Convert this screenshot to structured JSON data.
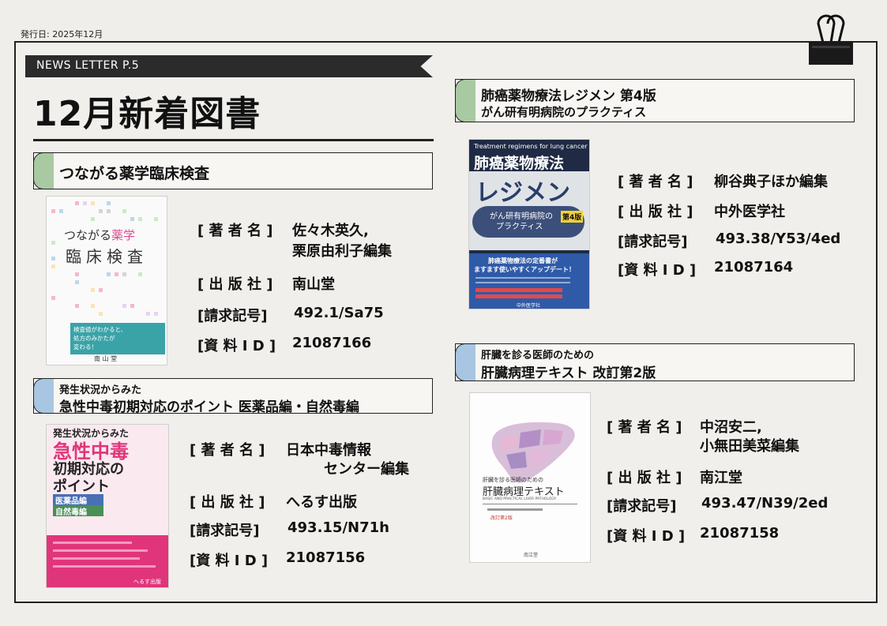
{
  "issue_date": "発行日: 2025年12月",
  "newsletter_label": "NEWS LETTER  P.5",
  "page_title": "12月新着図書",
  "labels": {
    "author": "[ 著 者 名 ]",
    "publisher": "[ 出 版 社 ]",
    "call_number": "[請求記号]",
    "material_id": "[資 料 I D ]"
  },
  "colors": {
    "green_tab": "#a9c9a2",
    "blue_tab": "#a8c6e2",
    "frame": "#222222",
    "background": "#f0eeea"
  },
  "books": [
    {
      "title": "つながる薬学臨床検査",
      "author_lines": [
        "佐々木英久,",
        "栗原由利子編集"
      ],
      "publisher": "南山堂",
      "call_number": "492.1/Sa75",
      "material_id": "21087166",
      "cover": {
        "title_a": "つながる",
        "title_b": "薬学",
        "title_c": "臨床検査",
        "tagline_1": "検査値がわかると、",
        "tagline_2": "処方のみかたが",
        "tagline_3": "変わる！",
        "publisher": "南 山 堂"
      }
    },
    {
      "title_line1": "発生状況からみた",
      "title_line2": "急性中毒初期対応のポイント 医薬品編・自然毒編",
      "author_lines": [
        "日本中毒情報",
        "センター編集"
      ],
      "publisher": "へるす出版",
      "call_number": "493.15/N71h",
      "material_id": "21087156",
      "cover": {
        "line1": "発生状況からみた",
        "line2": "急性中毒",
        "line3": "初期対応の",
        "line4": "ポイント",
        "tag1": "医薬品",
        "tag2": "自然毒",
        "tag_suffix": "編",
        "publisher": "へるす出版"
      }
    },
    {
      "title_line1": "肺癌薬物療法レジメン 第4版",
      "title_line2": "がん研有明病院のプラクティス",
      "author_lines": [
        "柳谷典子ほか編集"
      ],
      "publisher": "中外医学社",
      "call_number": "493.38/Y53/4ed",
      "material_id": "21087164",
      "cover": {
        "en": "Treatment regimens for lung cancer",
        "line1": "肺癌薬物療法",
        "line2": "レジメン",
        "sub1": "がん研有明病院の",
        "sub2": "プラクティス",
        "edition": "第4版",
        "banner1": "肺癌薬物療法の定番書が",
        "banner2": "ますます使いやすくアップデート！",
        "publisher": "中外医学社"
      }
    },
    {
      "title_line1": "肝臓を診る医師のための",
      "title_line2": "肝臓病理テキスト 改訂第2版",
      "author_lines": [
        "中沼安二,",
        "小無田美菜編集"
      ],
      "publisher": "南江堂",
      "call_number": "493.47/N39/2ed",
      "material_id": "21087158",
      "cover": {
        "sub": "肝臓を診る医師のための",
        "title": "肝臓病理テキスト",
        "en": "BASIC AND PRACTICAL LIVER PATHOLOGY",
        "edition": "改訂第2版",
        "publisher": "南江堂"
      }
    }
  ]
}
